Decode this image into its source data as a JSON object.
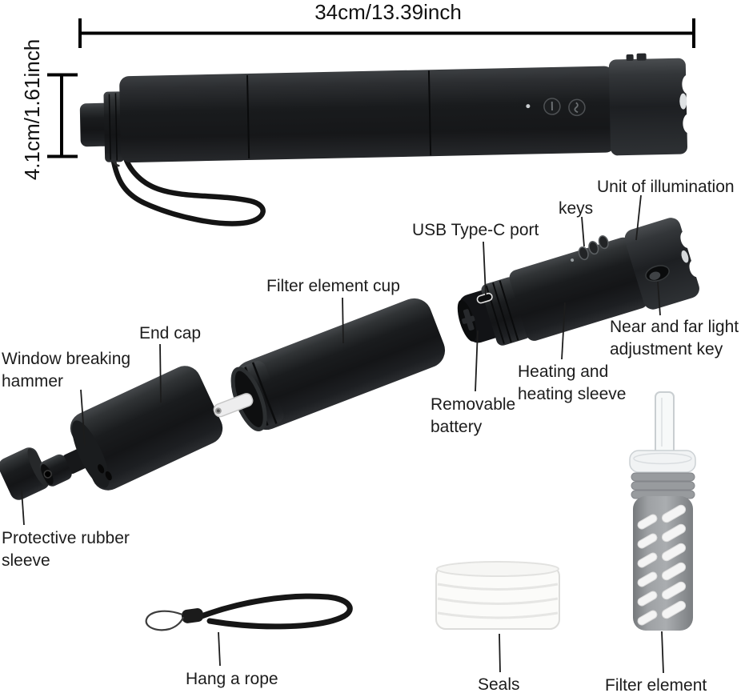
{
  "annotations": {
    "length": "34cm/13.39inch",
    "diameter": "4.1cm/1.61inch"
  },
  "labels": {
    "unit_of_illumination": "Unit of illumination",
    "keys": "keys",
    "usb_port": "USB Type-C port",
    "filter_element_cup": "Filter element cup",
    "end_cap": "End cap",
    "window_breaking_hammer": "Window breaking hammer",
    "near_far_key": "Near and far light adjustment key",
    "heating_sleeve": "Heating and heating sleeve",
    "removable_battery": "Removable battery",
    "protective_rubber_sleeve": "Protective rubber sleeve",
    "hang_a_rope": "Hang a rope",
    "seals": "Seals",
    "filter_element": "Filter element"
  },
  "colors": {
    "background": "#ffffff",
    "device_black": "#1b1d1f",
    "text": "#1c1c1c",
    "filter_gray": "#8b8e91",
    "seal_white": "#fbfbf9",
    "dimension_line": "#000000"
  }
}
